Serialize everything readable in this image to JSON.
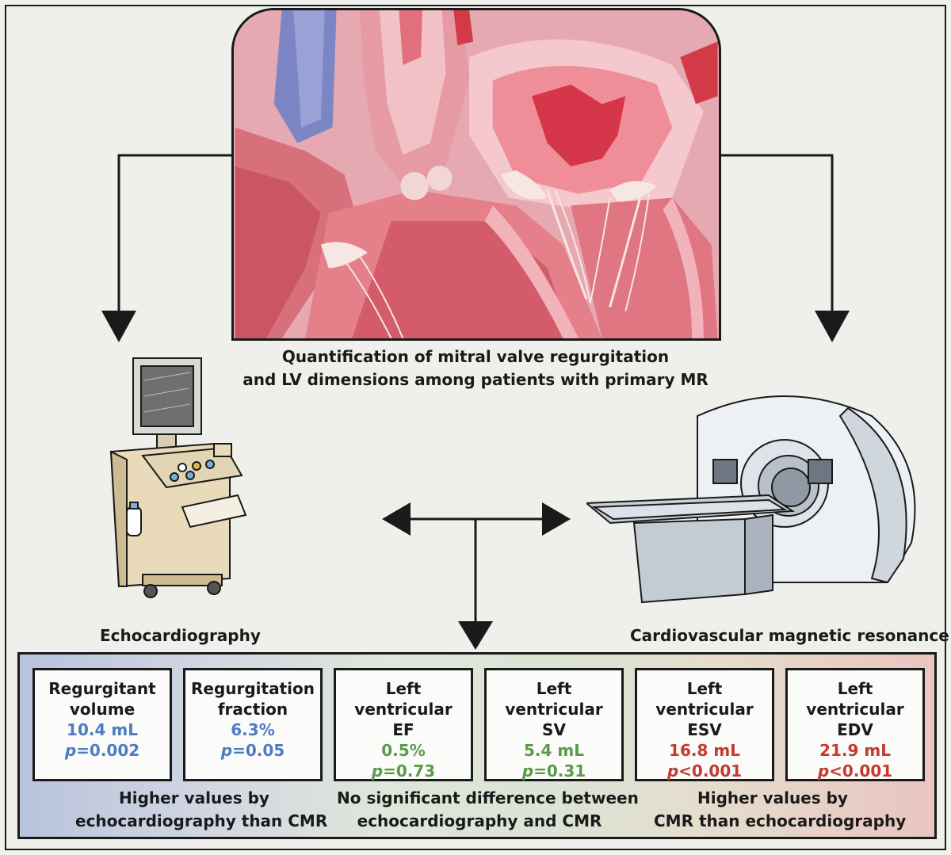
{
  "caption": {
    "line1": "Quantification of mitral valve regurgitation",
    "line2": "and LV dimensions among patients with primary MR"
  },
  "left_label": "Echocardiography",
  "right_label": "Cardiovascular magnetic resonance",
  "cards": [
    {
      "title1": "Regurgitant",
      "title2": "volume",
      "value": "10.4 mL",
      "p_letter": "p",
      "p_rest": "=0.002",
      "color": "#4e7cc0"
    },
    {
      "title1": "Regurgitation",
      "title2": "fraction",
      "value": "6.3%",
      "p_letter": "p",
      "p_rest": "=0.05",
      "color": "#4e7cc0"
    },
    {
      "title1": "Left ventricular",
      "title2": "EF",
      "value": "0.5%",
      "p_letter": "p",
      "p_rest": "=0.73",
      "color": "#5b9a4a"
    },
    {
      "title1": "Left ventricular",
      "title2": "SV",
      "value": "5.4 mL",
      "p_letter": "p",
      "p_rest": "=0.31",
      "color": "#5b9a4a"
    },
    {
      "title1": "Left ventricular",
      "title2": "ESV",
      "value": "16.8 mL",
      "p_letter": "p",
      "p_rest": "<0.001",
      "color": "#c23a30"
    },
    {
      "title1": "Left ventricular",
      "title2": "EDV",
      "value": "21.9 mL",
      "p_letter": "p",
      "p_rest": "<0.001",
      "color": "#c23a30"
    }
  ],
  "summaries": [
    {
      "line1": "Higher values by",
      "line2": "echocardiography than CMR"
    },
    {
      "line1": "No significant difference between",
      "line2": "echocardiography and CMR"
    },
    {
      "line1": "Higher values by",
      "line2": "CMR than echocardiography"
    }
  ]
}
